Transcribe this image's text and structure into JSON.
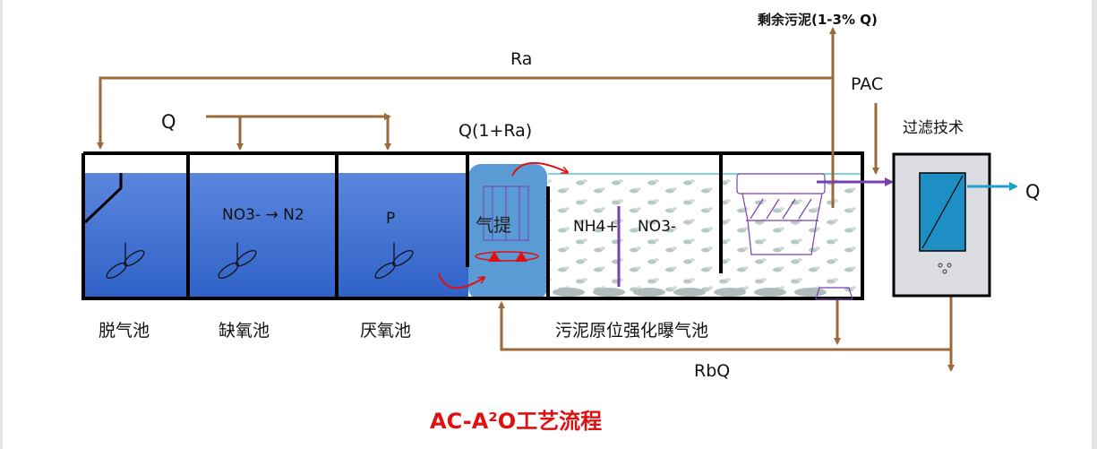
{
  "title": "AC-A²O工艺流程",
  "flows": {
    "inflow": "Q",
    "recycle": "Ra",
    "mixed": "Q(1+Ra)",
    "excess_sludge": "剩余污泥(1-3% Q)",
    "pac": "PAC",
    "outflow": "Q",
    "return": "RbQ"
  },
  "tanks": {
    "degas": "脱气池",
    "anoxic": "缺氧池",
    "anaerobic": "厌氧池",
    "aeration": "污泥原位强化曝气池"
  },
  "inner": {
    "anoxic_reaction": "NO3- → N2",
    "anaerobic_reaction": "P",
    "airlift": "气提",
    "nh4": "NH4+",
    "no3": "NO3-"
  },
  "filter": "过滤技术",
  "colors": {
    "brown": "#9a6a38",
    "water": "#3d6fd2",
    "airlift": "#5b9bd5",
    "purple": "#7a3fb0",
    "red": "#e01010",
    "cyan": "#1aa3c8"
  }
}
